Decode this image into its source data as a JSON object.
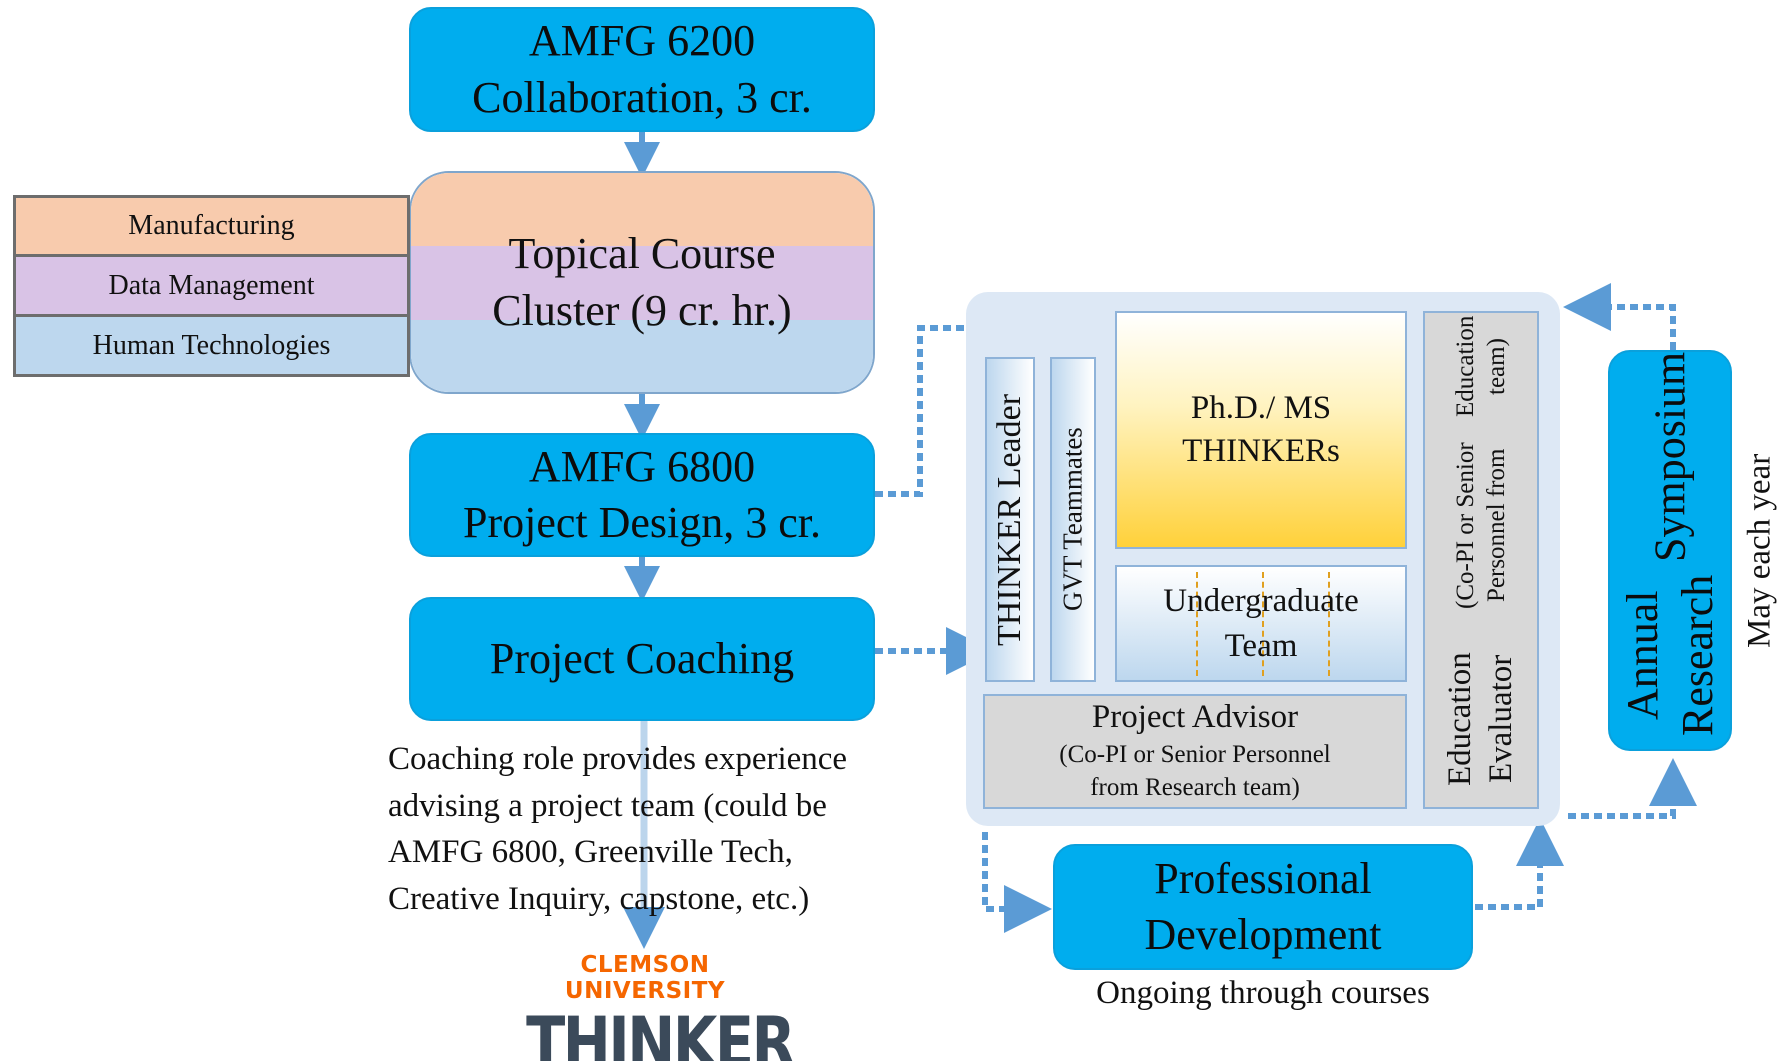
{
  "flow": {
    "amfg6200": {
      "line1": "AMFG 6200",
      "line2": "Collaboration, 3 cr."
    },
    "cluster": {
      "line1": "Topical Course",
      "line2": "Cluster (9 cr. hr.)"
    },
    "amfg6800": {
      "line1": "AMFG 6800",
      "line2": "Project Design, 3 cr."
    },
    "coaching": {
      "label": "Project Coaching"
    }
  },
  "cluster_topics": [
    "Manufacturing",
    "Data Management",
    "Human Technologies"
  ],
  "coaching_note": {
    "lines": [
      "Coaching role provides experience",
      "advising a project team (could be",
      "AMFG 6800, Greenville Tech,",
      "Creative Inquiry, capstone, etc.)"
    ]
  },
  "team": {
    "leader": "THINKER Leader",
    "gvt": "GVT Teammates",
    "phd": {
      "line1": "Ph.D./ MS",
      "line2": "THINKERs"
    },
    "undergrad": {
      "line1": "Undergraduate",
      "line2": "Team"
    },
    "advisor": {
      "title": "Project Advisor",
      "sub1": "(Co-PI or Senior Personnel",
      "sub2": "from Research team)"
    },
    "evaluator": {
      "title": "Education Evaluator",
      "sub1": "(Co-PI or Senior Personnel from",
      "sub2": "Education team)"
    }
  },
  "symposium": {
    "line1": "Annual Research",
    "line2": "Symposium",
    "note": "May each year"
  },
  "professional": {
    "line1": "Professional",
    "line2": "Development",
    "note": "Ongoing through courses"
  },
  "logo": {
    "top": "CLEMSON UNIVERSITY",
    "word": "THINKER"
  },
  "colors": {
    "flow_box": "#00adee",
    "arrow": "#5b9bd5",
    "band_manufacturing": "#f8cbad",
    "band_data": "#d9c3e6",
    "band_human": "#bdd7ee",
    "logo_orange": "#f56600",
    "logo_slate": "#3b4a5a"
  }
}
